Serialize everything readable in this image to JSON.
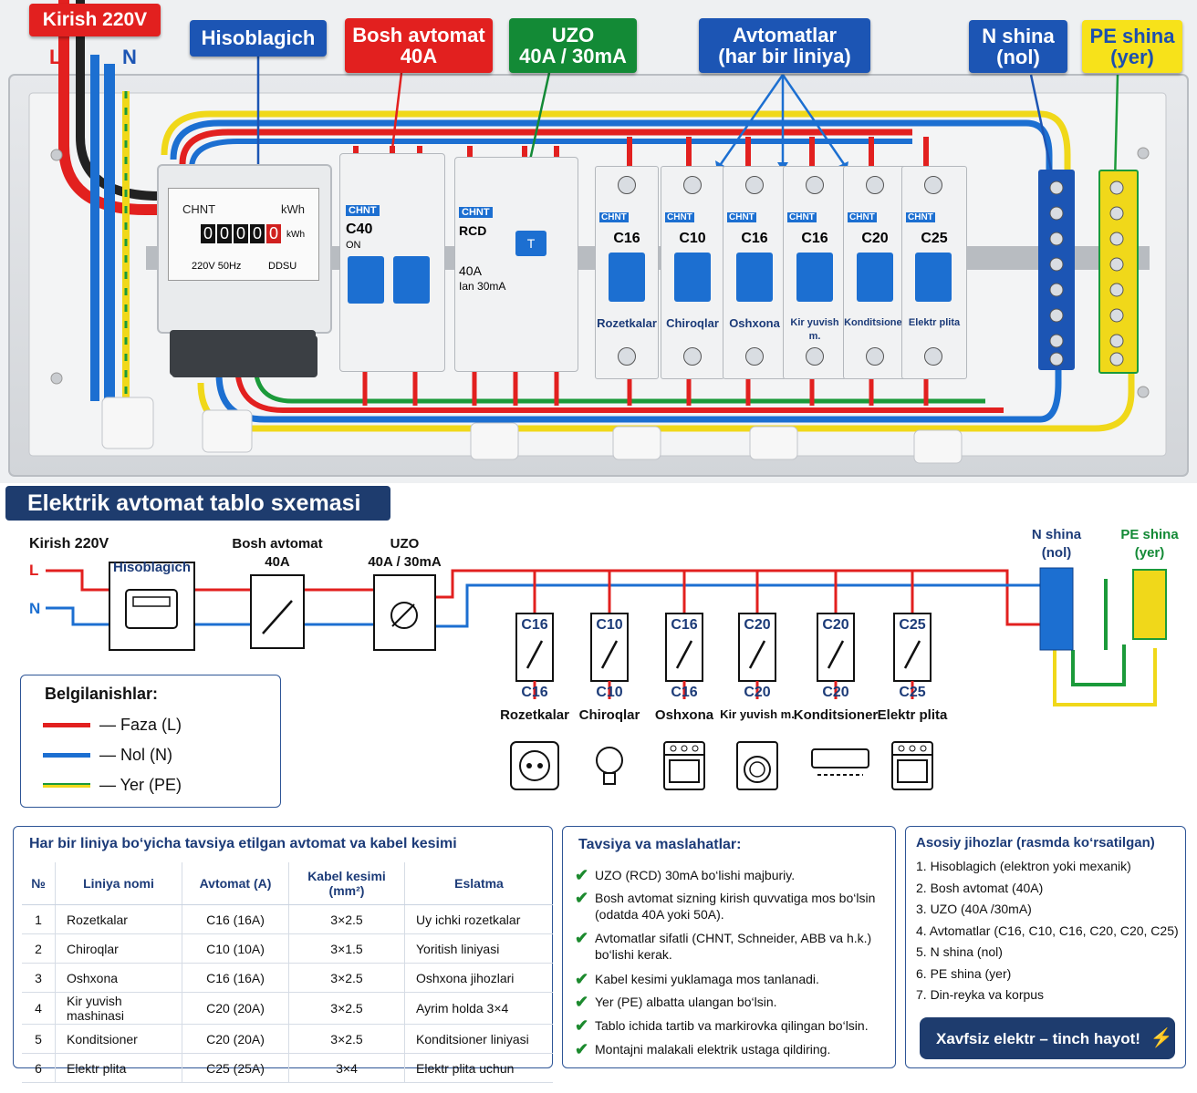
{
  "photo": {
    "labels": {
      "input": "Kirish 220V",
      "L": "L",
      "N": "N",
      "meter": "Hisoblagich",
      "main_breaker_l1": "Bosh avtomat",
      "main_breaker_l2": "40A",
      "rcd_l1": "UZO",
      "rcd_l2": "40A / 30mA",
      "breakers_l1": "Avtomatlar",
      "breakers_l2": "(har bir liniya)",
      "n_bus_l1": "N shina",
      "n_bus_l2": "(nol)",
      "pe_bus_l1": "PE shina",
      "pe_bus_l2": "(yer)"
    },
    "meter": {
      "brand": "CHNT",
      "unit": "kWh",
      "digits": [
        "0",
        "0",
        "0",
        "0",
        "0"
      ],
      "unit2": "kWh",
      "spec1": "220V 50Hz",
      "spec2": "DDSU"
    },
    "main_breaker": {
      "brand": "CHNT",
      "rating": "C40",
      "sub": "ON"
    },
    "rcd": {
      "brand": "CHNT",
      "model": "RCD",
      "rating": "40A",
      "sens": "Ian 30mA",
      "test": "T"
    },
    "breakers": [
      {
        "brand": "CHNT",
        "rating": "C16",
        "label": "Rozetkalar"
      },
      {
        "brand": "CHNT",
        "rating": "C10",
        "label": "Chiroqlar"
      },
      {
        "brand": "CHNT",
        "rating": "C16",
        "label": "Oshxona"
      },
      {
        "brand": "CHNT",
        "rating": "C16",
        "label": "Kir yuvish m."
      },
      {
        "brand": "CHNT",
        "rating": "C20",
        "label": "Konditsioner"
      },
      {
        "brand": "CHNT",
        "rating": "C25",
        "label": "Elektr plita"
      }
    ]
  },
  "schema": {
    "title": "Elektrik avtomat tablo sxemasi",
    "input": "Kirish 220V",
    "L": "L",
    "N": "N",
    "meter": "Hisoblagich",
    "main_l1": "Bosh avtomat",
    "main_l2": "40A",
    "rcd_l1": "UZO",
    "rcd_l2": "40A / 30mA",
    "n_bus_l1": "N shina",
    "n_bus_l2": "(nol)",
    "pe_bus_l1": "PE shina",
    "pe_bus_l2": "(yer)",
    "circuits": [
      {
        "top": "C16",
        "bottom": "C16",
        "name": "Rozetkalar",
        "icon": "socket-icon"
      },
      {
        "top": "C10",
        "bottom": "C10",
        "name": "Chiroqlar",
        "icon": "lightbulb-icon"
      },
      {
        "top": "C16",
        "bottom": "C16",
        "name": "Oshxona",
        "icon": "stove-icon"
      },
      {
        "top": "C20",
        "bottom": "C20",
        "name": "Kir yuvish m.",
        "icon": "washing-machine-icon"
      },
      {
        "top": "C20",
        "bottom": "C20",
        "name": "Konditsioner",
        "icon": "air-conditioner-icon"
      },
      {
        "top": "C25",
        "bottom": "C25",
        "name": "Elektr plita",
        "icon": "electric-stove-icon"
      }
    ],
    "colors": {
      "phase": "#e2201f",
      "neutral": "#1c6fd1",
      "earth": "#f0d81a"
    }
  },
  "legend": {
    "title": "Belgilanishlar:",
    "items": [
      {
        "label": "— Faza (L)",
        "color": "#e2201f"
      },
      {
        "label": "— Nol (N)",
        "color": "#1c6fd1"
      },
      {
        "label": "— Yer (PE)",
        "color": "#f0d81a"
      }
    ]
  },
  "table": {
    "title": "Har bir liniya bo‘yicha tavsiya etilgan avtomat va kabel kesimi",
    "headers": [
      "№",
      "Liniya nomi",
      "Avtomat (A)",
      "Kabel kesimi (mm²)",
      "Eslatma"
    ],
    "rows": [
      [
        "1",
        "Rozetkalar",
        "C16 (16A)",
        "3×2.5",
        "Uy ichki rozetkalar"
      ],
      [
        "2",
        "Chiroqlar",
        "C10 (10A)",
        "3×1.5",
        "Yoritish liniyasi"
      ],
      [
        "3",
        "Oshxona",
        "C16 (16A)",
        "3×2.5",
        "Oshxona jihozlari"
      ],
      [
        "4",
        "Kir yuvish mashinasi",
        "C20 (20A)",
        "3×2.5",
        "Ayrim holda 3×4"
      ],
      [
        "5",
        "Konditsioner",
        "C20 (20A)",
        "3×2.5",
        "Konditsioner liniyasi"
      ],
      [
        "6",
        "Elektr plita",
        "C25 (25A)",
        "3×4",
        "Elektr plita uchun"
      ]
    ]
  },
  "tips": {
    "title": "Tavsiya va maslahatlar:",
    "items": [
      "UZO (RCD) 30mA bo‘lishi majburiy.",
      "Bosh avtomat sizning kirish quvvatiga mos bo‘lsin (odatda 40A yoki 50A).",
      "Avtomatlar sifatli (CHNT, Schneider, ABB va h.k.) bo‘lishi kerak.",
      "Kabel kesimi yuklamaga mos tanlanadi.",
      "Yer (PE) albatta ulangan bo‘lsin.",
      "Tablo ichida tartib va markirovka qilingan bo‘lsin.",
      "Montajni malakali elektrik ustaga qildiring."
    ]
  },
  "equipment": {
    "title": "Asosiy jihozlar (rasmda ko‘rsatilgan)",
    "items": [
      "1.  Hisoblagich (elektron yoki mexanik)",
      "2.  Bosh avtomat (40A)",
      "3.  UZO (40A /30mA)",
      "4.  Avtomatlar (C16, C10, C16, C20, C20, C25)",
      "5.  N shina (nol)",
      "6.  PE shina (yer)",
      "7.  Din-reyka va korpus"
    ],
    "slogan": "Xavfsiz elektr – tinch hayot!"
  }
}
